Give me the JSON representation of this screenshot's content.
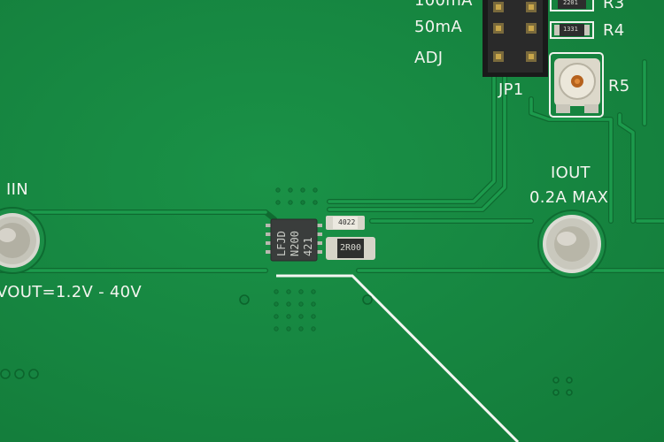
{
  "labels": {
    "opt_100ma": "100mA",
    "opt_50ma": "50mA",
    "opt_adj": "ADJ",
    "jp1": "JP1",
    "r3": "R3",
    "r4": "R4",
    "r5": "R5",
    "iin": "IIN",
    "vout_range": "VOUT=1.2V - 40V",
    "iout": "IOUT",
    "iout_max": "0.2A MAX"
  },
  "markings": {
    "ic_line1": "LFJD",
    "ic_line2": "N200",
    "ic_line3": "421",
    "res_small": "4022",
    "res_2r00": "2R00",
    "r4_code": "1331",
    "r3_code": "2201"
  },
  "colors": {
    "board": "#16843f",
    "silkscreen": "#f2f4ee",
    "chip": "#3a3d3c"
  }
}
